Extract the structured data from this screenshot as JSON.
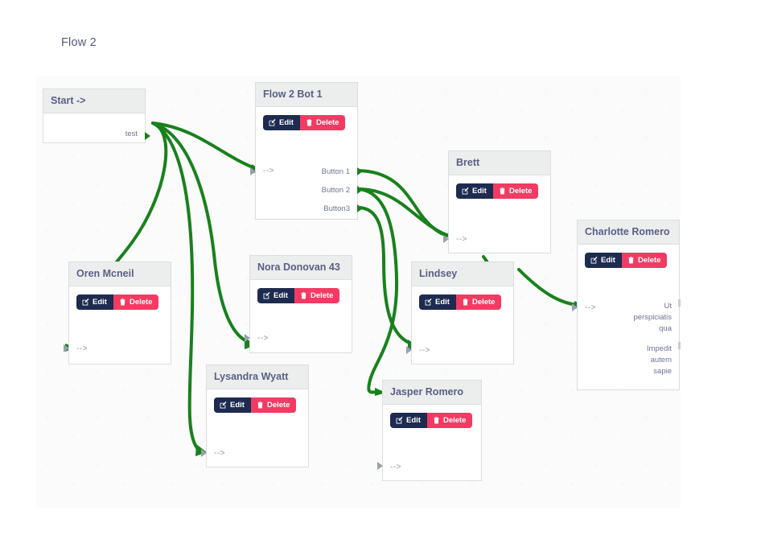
{
  "header": {
    "title": "Flow 2"
  },
  "canvas": {
    "edge_color": "#18811c",
    "node_header_bg": "#eceded",
    "edit_color": "#1d2b50",
    "delete_color": "#f23b63"
  },
  "buttons": {
    "edit_label": "Edit",
    "delete_label": "Delete",
    "edit_icon": "pencil-square-icon",
    "delete_icon": "trash-icon"
  },
  "nodes": [
    {
      "id": "start",
      "title": "Start ->",
      "has_actions": false,
      "out_ports": [
        "test"
      ],
      "in_port": null
    },
    {
      "id": "flow-2-bot-1",
      "title": "Flow 2 Bot 1",
      "has_actions": true,
      "in_port": "-->",
      "out_ports": [
        "Button 1",
        "Button 2",
        "Button3"
      ]
    },
    {
      "id": "oren-mcneil",
      "title": "Oren Mcneil",
      "has_actions": true,
      "in_port": "-->",
      "out_ports": []
    },
    {
      "id": "nora-donovan-43",
      "title": "Nora Donovan 43",
      "has_actions": true,
      "in_port": "-->",
      "out_ports": []
    },
    {
      "id": "lysandra-wyatt",
      "title": "Lysandra Wyatt",
      "has_actions": true,
      "in_port": "-->",
      "out_ports": []
    },
    {
      "id": "brett",
      "title": "Brett",
      "has_actions": true,
      "in_port": "-->",
      "out_ports": []
    },
    {
      "id": "lindsey",
      "title": "Lindsey",
      "has_actions": true,
      "in_port": "-->",
      "out_ports": []
    },
    {
      "id": "jasper-romero",
      "title": "Jasper Romero",
      "has_actions": true,
      "in_port": "-->",
      "out_ports": []
    },
    {
      "id": "charlotte-romero",
      "title": "Charlotte Romero",
      "has_actions": true,
      "in_port": "-->",
      "out_ports": [],
      "body_lines_1": "Ut\nperspiciatis\nqua",
      "body_lines_2": "Impedit\nautem\nsapie"
    }
  ],
  "node_labels": {
    "start_title": "Start ->",
    "start_out_test": "test",
    "bot_title": "Flow 2 Bot 1",
    "bot_in": "-->",
    "bot_btn1": "Button 1",
    "bot_btn2": "Button 2",
    "bot_btn3": "Button3",
    "oren_title": "Oren Mcneil",
    "oren_in": "-->",
    "nora_title": "Nora Donovan 43",
    "nora_in": "-->",
    "lysandra_title": "Lysandra Wyatt",
    "lysandra_in": "-->",
    "brett_title": "Brett",
    "brett_in": "-->",
    "lindsey_title": "Lindsey",
    "lindsey_in": "-->",
    "jasper_title": "Jasper Romero",
    "jasper_in": "-->",
    "charlotte_title": "Charlotte Romero",
    "charlotte_in": "-->",
    "charlotte_text_1a": "Ut",
    "charlotte_text_1b": "perspiciatis",
    "charlotte_text_1c": "qua",
    "charlotte_text_2a": "Impedit",
    "charlotte_text_2b": "autem",
    "charlotte_text_2c": "sapie"
  }
}
